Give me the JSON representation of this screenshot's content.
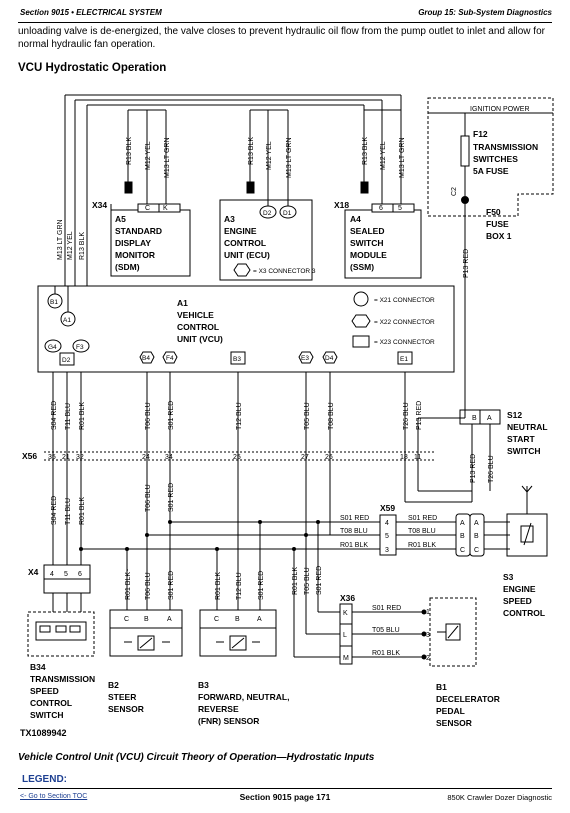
{
  "header": {
    "section": "Section 9015 • ELECTRICAL SYSTEM",
    "group": "Group 15: Sub-System Diagnostics"
  },
  "intro_text": "unloading valve is de-energized, the valve closes to prevent hydraulic oil flow from the pump outlet to inlet and allow for normal hydraulic fan operation.",
  "section_title": "VCU Hydrostatic Operation",
  "diagram": {
    "ignition_power": "IGNITION POWER",
    "fuse": {
      "id": "F12",
      "lines": [
        "TRANSMISSION",
        "SWITCHES",
        "5A FUSE"
      ],
      "pin": "C2"
    },
    "fuse_box": {
      "id": "F50",
      "lines": [
        "FUSE",
        "BOX 1"
      ]
    },
    "sdm": {
      "conn": "X34",
      "id": "A5",
      "lines": [
        "STANDARD",
        "DISPLAY",
        "MONITOR",
        "(SDM)"
      ],
      "pins": [
        "C",
        "K"
      ],
      "wires": [
        "R13 BLK",
        "M12 YEL",
        "M13 LT GRN"
      ]
    },
    "ecu": {
      "id": "A3",
      "lines": [
        "ENGINE",
        "CONTROL",
        "UNIT (ECU)"
      ],
      "pins": [
        "D2",
        "D1"
      ],
      "note": "= X3 CONNECTOR 3",
      "wires": [
        "R13 BLK",
        "M12 YEL",
        "M13 LT GRN"
      ]
    },
    "ssm": {
      "conn": "X18",
      "id": "A4",
      "lines": [
        "SEALED",
        "SWITCH",
        "MODULE",
        "(SSM)"
      ],
      "pins": [
        "6",
        "5"
      ],
      "wires": [
        "R13 BLK",
        "M12 YEL",
        "M13 LT GRN"
      ]
    },
    "left_wires": [
      "M13 LT GRN",
      "M12 YEL",
      "R13 BLK"
    ],
    "p13_red": "P13 RED",
    "vcu": {
      "id": "A1",
      "lines": [
        "VEHICLE",
        "CONTROL",
        "UNIT (VCU)"
      ],
      "top_pins": [
        "B1",
        "A1"
      ],
      "pins": [
        "G4",
        "D2",
        "F3",
        "B4",
        "F4",
        "B3",
        "E3",
        "D4",
        "E1"
      ],
      "legend": [
        "= X21 CONNECTOR",
        "= X22 CONNECTOR",
        "= X23 CONNECTOR"
      ]
    },
    "upper_wires": [
      "S04 RED",
      "T11 BLU",
      "R01 BLK",
      "T06 BLU",
      "S01 RED",
      "T12 BLU",
      "T05 BLU",
      "T08 BLU",
      "T26 BLU",
      "P13 RED"
    ],
    "x56": {
      "label": "X56",
      "pins": [
        "35",
        "21",
        "32",
        "24",
        "34",
        "25",
        "27",
        "26",
        "18",
        "11"
      ]
    },
    "lower_wires": [
      "S04 RED",
      "T11 BLU",
      "R01 BLK",
      "T06 BLU",
      "S01 RED"
    ],
    "s12": {
      "id": "S12",
      "lines": [
        "NEUTRAL",
        "START",
        "SWITCH"
      ],
      "pins": [
        "B",
        "A"
      ],
      "wires": [
        "P13 RED",
        "T26 BLU"
      ]
    },
    "x59": {
      "label": "X59",
      "pins": [
        "4",
        "5",
        "3"
      ],
      "in_wires": [
        "S01 RED",
        "T08 BLU",
        "R01 BLK"
      ],
      "out_wires": [
        "S01 RED",
        "T08 BLU",
        "R01 BLK"
      ]
    },
    "s3": {
      "id": "S3",
      "lines": [
        "ENGINE",
        "SPEED",
        "CONTROL"
      ],
      "pins_left": [
        "A",
        "B",
        "C"
      ],
      "pins_right": [
        "A",
        "B",
        "C"
      ]
    },
    "x4": {
      "label": "X4",
      "pins": [
        "4",
        "5",
        "6"
      ]
    },
    "b34": {
      "id": "B34",
      "lines": [
        "TRANSMISSION",
        "SPEED",
        "CONTROL",
        "SWITCH"
      ]
    },
    "b2": {
      "id": "B2",
      "lines": [
        "STEER",
        "SENSOR"
      ],
      "pins": [
        "C",
        "B",
        "A"
      ],
      "wires": [
        "R01 BLK",
        "T06 BLU",
        "S01 RED"
      ]
    },
    "b3": {
      "id": "B3",
      "lines": [
        "FORWARD, NEUTRAL,",
        "REVERSE",
        "(FNR) SENSOR"
      ],
      "pins": [
        "C",
        "B",
        "A"
      ],
      "wires": [
        "R01 BLK",
        "T12 BLU",
        "S01 RED"
      ]
    },
    "x36": {
      "label": "X36",
      "pins": [
        "K",
        "L",
        "M"
      ],
      "wires_in": [
        "R01 BLK",
        "T05 BLU",
        "S01 RED"
      ],
      "wires_out": [
        "S01 RED",
        "T05 BLU",
        "R01 BLK"
      ]
    },
    "b1": {
      "id": "B1",
      "lines": [
        "DECELERATOR",
        "PEDAL",
        "SENSOR"
      ],
      "pins": [
        "1",
        "3",
        "2"
      ]
    },
    "figure_id": "TX1089942"
  },
  "caption": "Vehicle Control Unit (VCU) Circuit Theory of Operation—Hydrostatic Inputs",
  "legend_label": "LEGEND:",
  "footer": {
    "toc_link": "<- Go to Section TOC",
    "page": "Section 9015 page 171",
    "doc": "850K Crawler Dozer Diagnostic"
  }
}
